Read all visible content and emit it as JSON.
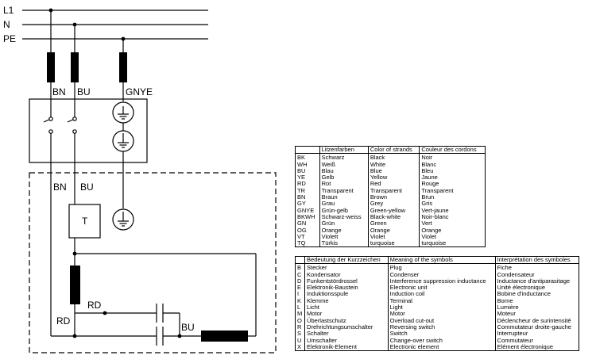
{
  "diagram": {
    "lines": {
      "l1": "L1",
      "n": "N",
      "pe": "PE"
    },
    "wires_top": {
      "bn": "BN",
      "bu": "BU",
      "gnye": "GNYE"
    },
    "wires_lower": {
      "bn": "BN",
      "bu": "BU"
    },
    "component_t": "T",
    "wire_rd_1": "RD",
    "wire_rd_2": "RD",
    "wire_bu_bottom": "BU"
  },
  "colors_table": {
    "headers": [
      "",
      "Litzenfarben",
      "Color of strands",
      "Couleur des cordons"
    ],
    "rows": [
      [
        "BK",
        "Schwarz",
        "Black",
        "Noir"
      ],
      [
        "WH",
        "Weiß",
        "White",
        "Blanc"
      ],
      [
        "BU",
        "Blau",
        "Blue",
        "Bleu"
      ],
      [
        "YE",
        "Gelb",
        "Yellow",
        "Jaune"
      ],
      [
        "RD",
        "Rot",
        "Red",
        "Rouge"
      ],
      [
        "TR",
        "Transparent",
        "Transparent",
        "Transparent"
      ],
      [
        "BN",
        "Braun",
        "Brown",
        "Brun"
      ],
      [
        "GY",
        "Grau",
        "Grey",
        "Gris"
      ],
      [
        "GNYE",
        "Grün-gelb",
        "Green-yellow",
        "Vert-jaune"
      ],
      [
        "BKWH",
        "Schwarz-weiss",
        "Black-white",
        "Noir-blanc"
      ],
      [
        "GN",
        "Grün",
        "Green",
        "Vert"
      ],
      [
        "OG",
        "Orange",
        "Orange",
        "Orange"
      ],
      [
        "VT",
        "Violett",
        "Violet",
        "Violet"
      ],
      [
        "TQ",
        "Türkis",
        "turquoise",
        "turquoise"
      ]
    ]
  },
  "symbols_table": {
    "headers": [
      "",
      "Bedeutung der Kurzzeichen",
      "Meaning of the symbols",
      "Interprétation des symboles"
    ],
    "rows": [
      [
        "B",
        "Stecker",
        "Plug",
        "Fiche"
      ],
      [
        "C",
        "Kondensator",
        "Condenser",
        "Condensateur"
      ],
      [
        "D",
        "Funkentstördrossel",
        "Interference suppression inductance",
        "Inductance d'antiparasitage"
      ],
      [
        "E",
        "Elektronik-Baustein",
        "Electronic unit",
        "Unité électronique"
      ],
      [
        "I",
        "Induktionsspule",
        "Induction coil",
        "Bobine d'inductance"
      ],
      [
        "K",
        "Klemme",
        "Terminal",
        "Borne"
      ],
      [
        "L",
        "Licht",
        "Light",
        "Lumière"
      ],
      [
        "M",
        "Motor",
        "Motor",
        "Moteur"
      ],
      [
        "O",
        "Überlastschutz",
        "Overload cut-out",
        "Déclencheur de surintensité"
      ],
      [
        "R",
        "Drehrichtungsumschalter",
        "Reversing switch",
        "Commutateur droite-gauche"
      ],
      [
        "S",
        "Schalter",
        "Switch",
        "Interrupteur"
      ],
      [
        "U",
        "Umschalter",
        "Change-over switch",
        "Commutateur"
      ],
      [
        "X",
        "Elektronik-Element",
        "Electronic element",
        "Elément électronique"
      ]
    ]
  }
}
